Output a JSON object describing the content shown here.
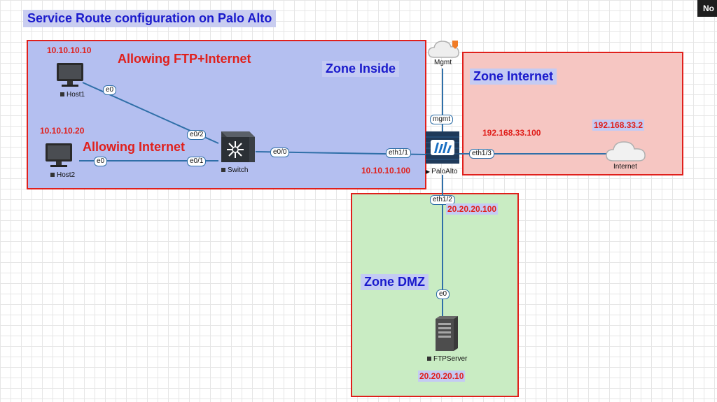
{
  "title": "Service Route configuration on Palo Alto",
  "corner_badge": "No",
  "zones": {
    "inside": "Zone Inside",
    "internet": "Zone Internet",
    "dmz": "Zone DMZ"
  },
  "annotations": {
    "ftp_internet": "Allowing FTP+Internet",
    "internet_only": "Allowing Internet"
  },
  "nodes": {
    "host1": {
      "label": "Host1",
      "ip": "10.10.10.10",
      "port": "e0"
    },
    "host2": {
      "label": "Host2",
      "ip": "10.10.10.20",
      "port": "e0"
    },
    "switch": {
      "label": "Switch",
      "ports": {
        "to_host1": "e0/2",
        "to_host2": "e0/1",
        "to_fw": "e0/0"
      }
    },
    "paloalto": {
      "label": "PaloAlto",
      "inside_ip": "10.10.10.100",
      "ports": {
        "inside": "eth1/1",
        "internet": "eth1/3",
        "dmz": "eth1/2",
        "mgmt": "mgmt"
      }
    },
    "mgmt_cloud": {
      "label": "Mgmt"
    },
    "internet_cloud": {
      "label": "Internet",
      "ip": "192.168.33.2"
    },
    "ftpserver": {
      "label": "FTPServer",
      "ip": "20.20.20.10",
      "port": "e0"
    }
  },
  "ips": {
    "fw_internet": "192.168.33.100",
    "fw_dmz": "20.20.20.100"
  },
  "colors": {
    "zone_border": "#e0201c",
    "inside_fill": "#b4bff0",
    "internet_fill": "#f6c6c2",
    "dmz_fill": "#c9ecc3",
    "link": "#2f6fa8",
    "label_blue": "#1a1acc",
    "label_red": "#e0201c"
  }
}
